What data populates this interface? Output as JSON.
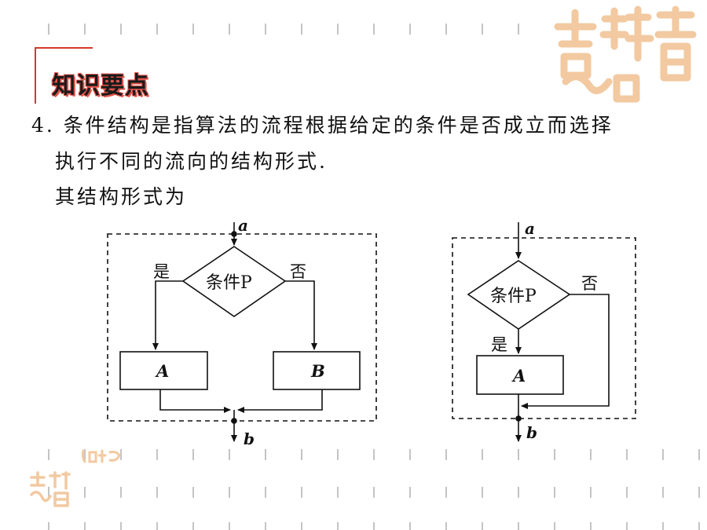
{
  "heading": "知识要点",
  "paragraph": {
    "line1": "4. 条件结构是指算法的流程根据给定的条件是否成立而选择",
    "line2": "执行不同的流向的结构形式.",
    "line3": "其结构形式为"
  },
  "diagram_left": {
    "entry_label": "a",
    "exit_label": "b",
    "condition": "条件P",
    "yes_label": "是",
    "no_label": "否",
    "box_a": "A",
    "box_b": "B"
  },
  "diagram_right": {
    "entry_label": "a",
    "exit_label": "b",
    "condition": "条件P",
    "yes_label": "是",
    "no_label": "否",
    "box_a": "A"
  },
  "colors": {
    "accent": "#d43a2a",
    "decoration": "#f2c9a0",
    "tick": "#bfbfbf"
  }
}
